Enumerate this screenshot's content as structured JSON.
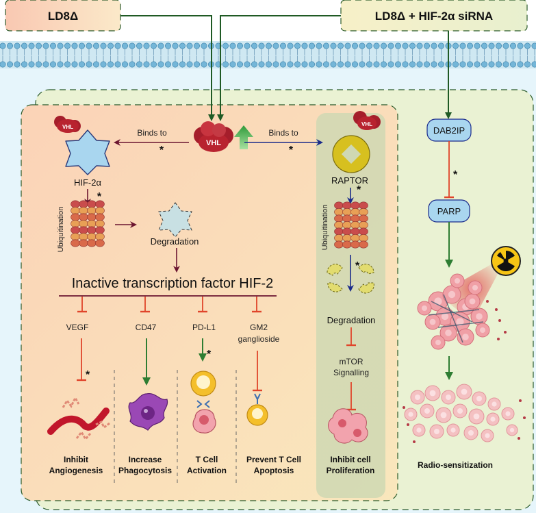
{
  "top": {
    "treatment_left": "LD8Δ",
    "treatment_right": "LD8Δ + HIF-2α siRNA"
  },
  "left_panel": {
    "vhl_center": "VHL",
    "vhl_small": "VHL",
    "binds_left": "Binds to",
    "binds_right": "Binds to",
    "hif": "HIF-2α",
    "ubiquitination": "Ubiquitination",
    "degradation": "Degradation",
    "inactive": "Inactive transcription factor HIF-2",
    "targets": [
      "VEGF",
      "CD47",
      "PD-L1",
      "GM2",
      "ganglioside"
    ],
    "outcomes": [
      [
        "Inhibit",
        "Angiogenesis"
      ],
      [
        "Increase",
        "Phagocytosis"
      ],
      [
        "T Cell",
        "Activation"
      ],
      [
        "Prevent T Cell",
        "Apoptosis"
      ]
    ]
  },
  "mid_panel": {
    "vhl_small": "VHL",
    "raptor": "RAPTOR",
    "ubiquitination": "Ubiquitination",
    "degradation": "Degradation",
    "mtor": [
      "mTOR",
      "Signalling"
    ],
    "outcome": [
      "Inhibit cell",
      "Proliferation"
    ]
  },
  "right_panel": {
    "dab2ip": "DAB2IP",
    "parp": "PARP",
    "outcome": "Radio-sensitization"
  },
  "significance": "*",
  "colors": {
    "dark_green": "#1f5a24",
    "maroon": "#6b1530",
    "navy": "#1a2a8a",
    "inhibit_red": "#e0442a",
    "activate_green": "#2e7d32"
  }
}
